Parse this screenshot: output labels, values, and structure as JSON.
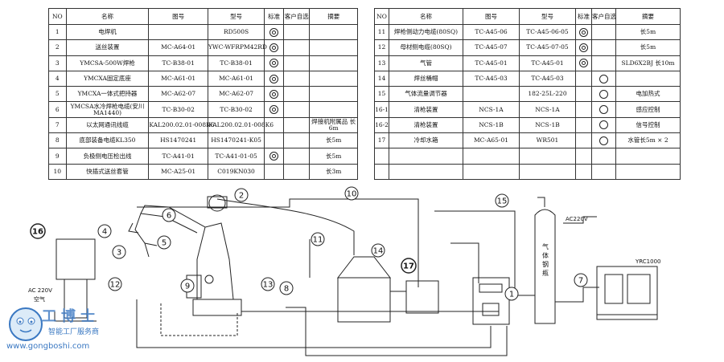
{
  "left_table": {
    "headers": [
      "NO",
      "名称",
      "图号",
      "型号",
      "标准",
      "客户自选",
      "摘要"
    ],
    "rows": [
      {
        "no": "1",
        "name": "电焊机",
        "drawing": "",
        "model": "RD500S",
        "std": true,
        "opt": false,
        "note": ""
      },
      {
        "no": "2",
        "name": "送丝装置",
        "drawing": "MC-A64-01",
        "model": "YWC-WFRPM42RD",
        "std": true,
        "opt": false,
        "note": ""
      },
      {
        "no": "3",
        "name": "YMCSA-500W焊枪",
        "drawing": "TC-B38-01",
        "model": "TC-B38-01",
        "std": true,
        "opt": false,
        "note": ""
      },
      {
        "no": "4",
        "name": "YMCXA固定底座",
        "drawing": "MC-A61-01",
        "model": "MC-A61-01",
        "std": true,
        "opt": false,
        "note": ""
      },
      {
        "no": "5",
        "name": "YMCXA一体式把持器",
        "drawing": "MC-A62-07",
        "model": "MC-A62-07",
        "std": true,
        "opt": false,
        "note": ""
      },
      {
        "no": "6",
        "name": "YMCSA水冷焊枪电缆(安川MA1440)",
        "drawing": "TC-B30-02",
        "model": "TC-B30-02",
        "std": true,
        "opt": false,
        "note": ""
      },
      {
        "no": "7",
        "name": "以太网通讯线缆",
        "drawing": "KAL200.02.01-008K6",
        "model": "KAL200.02.01-008K6",
        "std": false,
        "opt": false,
        "note": "焊接机附属品 长6m"
      },
      {
        "no": "8",
        "name": "底部装备电缆KL350",
        "drawing": "HS1470241",
        "model": "HS1470241-K05",
        "std": false,
        "opt": false,
        "note": "长5m"
      },
      {
        "no": "9",
        "name": "负极侧电压检出线",
        "drawing": "TC-A41-01",
        "model": "TC-A41-01-05",
        "std": true,
        "opt": false,
        "note": "长5m"
      },
      {
        "no": "10",
        "name": "快插式送丝套管",
        "drawing": "MC-A25-01",
        "model": "C019KN030",
        "std": false,
        "opt": false,
        "note": "长3m"
      }
    ]
  },
  "right_table": {
    "headers": [
      "NO",
      "名称",
      "图号",
      "型号",
      "标准",
      "客户自选",
      "摘要"
    ],
    "rows": [
      {
        "no": "11",
        "name": "焊枪侧动力电缆(80SQ)",
        "drawing": "TC-A45-06",
        "model": "TC-A45-06-05",
        "std": true,
        "opt": false,
        "note": "长5m"
      },
      {
        "no": "12",
        "name": "母材侧电缆(80SQ)",
        "drawing": "TC-A45-07",
        "model": "TC-A45-07-05",
        "std": true,
        "opt": false,
        "note": "长5m"
      },
      {
        "no": "13",
        "name": "气管",
        "drawing": "TC-A45-01",
        "model": "TC-A45-01",
        "std": true,
        "opt": false,
        "note": "SLD6X2BJ 长10m"
      },
      {
        "no": "14",
        "name": "焊丝桶帽",
        "drawing": "TC-A45-03",
        "model": "TC-A45-03",
        "std": false,
        "opt": true,
        "note": ""
      },
      {
        "no": "15",
        "name": "气体流量调节器",
        "drawing": "",
        "model": "182-25L-220",
        "std": false,
        "opt": true,
        "note": "电加热式"
      },
      {
        "no": "16-1",
        "name": "清枪装置",
        "drawing": "NCS-1A",
        "model": "NCS-1A",
        "std": false,
        "opt": true,
        "note": "感应控制"
      },
      {
        "no": "16-2",
        "name": "清枪装置",
        "drawing": "NCS-1B",
        "model": "NCS-1B",
        "std": false,
        "opt": true,
        "note": "信号控制"
      },
      {
        "no": "17",
        "name": "冷却水箱",
        "drawing": "MC-A65-01",
        "model": "WR501",
        "std": false,
        "opt": true,
        "note": "水管长5m × 2"
      },
      {
        "no": "",
        "name": "",
        "drawing": "",
        "model": "",
        "std": false,
        "opt": false,
        "note": ""
      },
      {
        "no": "",
        "name": "",
        "drawing": "",
        "model": "",
        "std": false,
        "opt": false,
        "note": ""
      }
    ]
  },
  "diagram": {
    "callouts": [
      "1",
      "2",
      "3",
      "4",
      "5",
      "6",
      "7",
      "8",
      "9",
      "10",
      "11",
      "12",
      "13",
      "14",
      "15",
      "16",
      "17"
    ],
    "labels": {
      "ac_right": "AC220V",
      "gas_cylinder": "气体钢瓶",
      "controller": "YRC1000",
      "ac_left": "AC 220V",
      "air": "空气"
    }
  },
  "watermark": {
    "brand": "工博士",
    "tagline": "智能工厂服务商",
    "url": "www.gongboshi.com"
  },
  "colors": {
    "line": "#222222",
    "watermark_blue": "#3a78c2"
  }
}
